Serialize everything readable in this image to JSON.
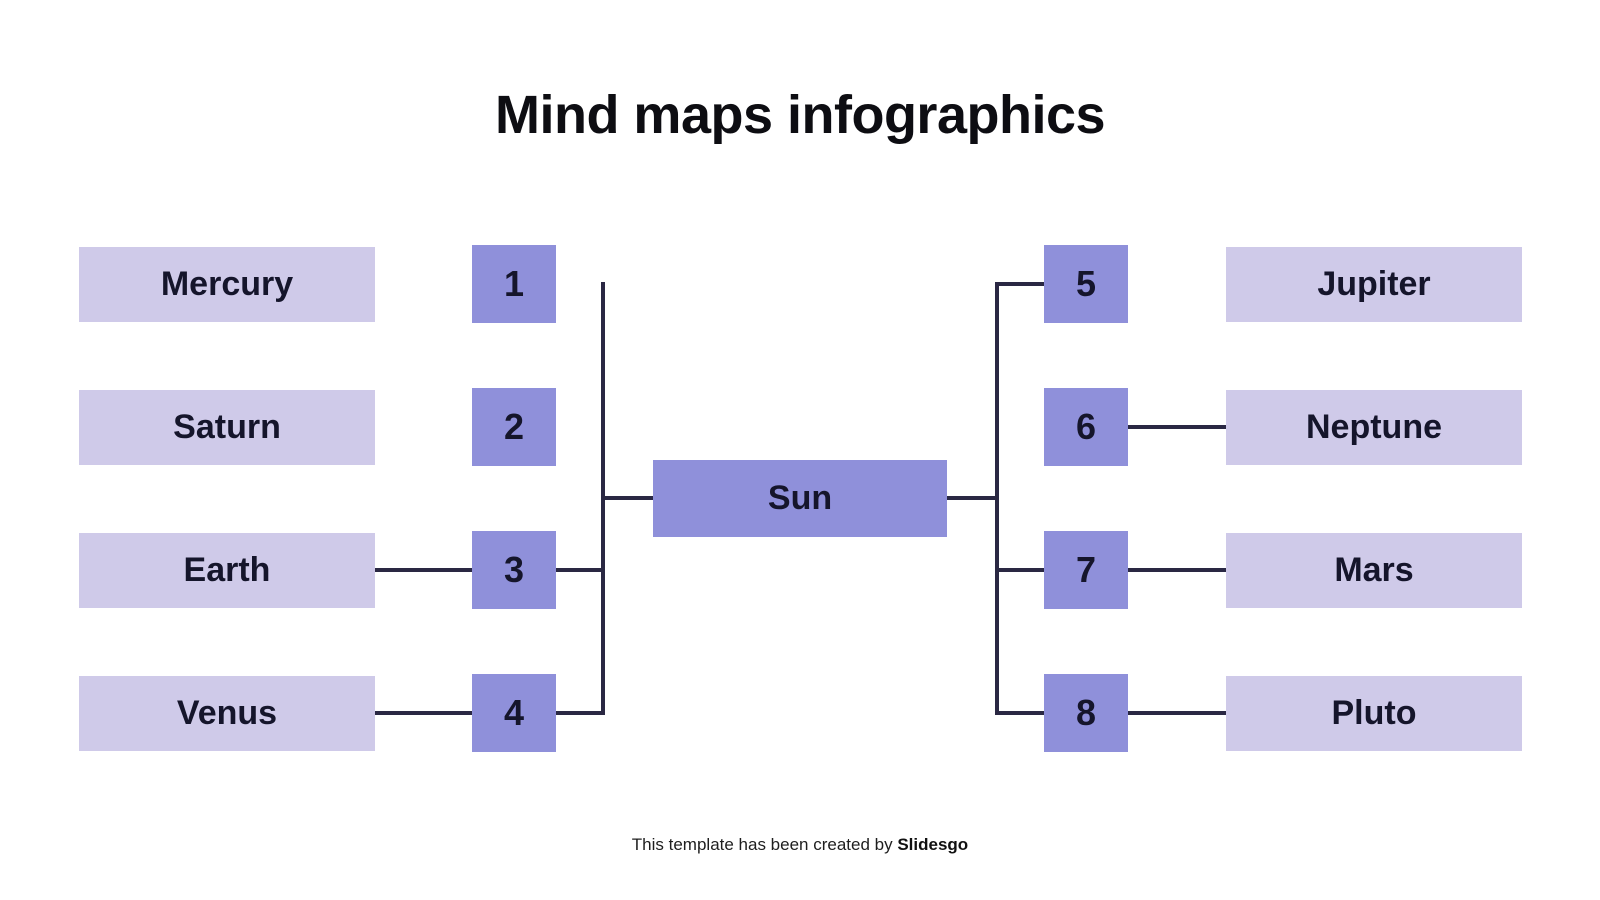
{
  "title": "Mind maps infographics",
  "center": {
    "label": "Sun"
  },
  "left_branches": [
    {
      "number": "1",
      "label": "Mercury"
    },
    {
      "number": "2",
      "label": "Saturn"
    },
    {
      "number": "3",
      "label": "Earth"
    },
    {
      "number": "4",
      "label": "Venus"
    }
  ],
  "right_branches": [
    {
      "number": "5",
      "label": "Jupiter"
    },
    {
      "number": "6",
      "label": "Neptune"
    },
    {
      "number": "7",
      "label": "Mars"
    },
    {
      "number": "8",
      "label": "Pluto"
    }
  ],
  "footer": {
    "prefix": "This template has been created by",
    "brand": "Slidesgo"
  },
  "colors": {
    "background": "#ffffff",
    "node-light": "#cfcae9",
    "node-medium": "#8f90da",
    "connector": "#2a2843",
    "text-dark": "#15152b",
    "title": "#0d0d12"
  }
}
